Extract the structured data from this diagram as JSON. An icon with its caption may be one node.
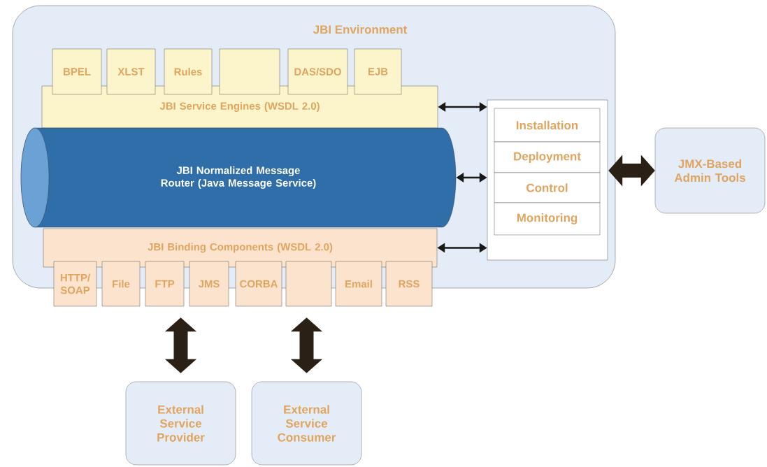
{
  "diagram": {
    "nodes": [
      {
        "text": [
          "JBI Environment"
        ]
      },
      {
        "text": [
          "BPEL"
        ],
        "in": 0
      },
      {
        "text": [
          "XLST"
        ],
        "in": 0
      },
      {
        "text": [
          "Rules"
        ],
        "in": 0
      },
      {
        "text": [],
        "shape": "box",
        "in": 0
      },
      {
        "text": [
          "DAS/SDO"
        ],
        "in": 0
      },
      {
        "text": [
          "EJB"
        ],
        "in": 0
      },
      {
        "text": [
          "JBI Service Engines (WSDL 2.0)"
        ],
        "in": 0
      },
      {
        "text": [],
        "shape": "box",
        "in": 0
      },
      {
        "text": [
          "Installation"
        ],
        "in": 8
      },
      {
        "text": [
          "Deployment"
        ],
        "in": 8
      },
      {
        "text": [
          "Control"
        ],
        "in": 8
      },
      {
        "text": [
          "Monitoring"
        ],
        "in": 8
      },
      {
        "text": [
          "JBI Normalized Message Router (Java Message Service)"
        ],
        "in": 0
      },
      {
        "text": [
          "JMX-Based Admin Tools"
        ]
      },
      {
        "text": [
          "JBI Binding Components (WSDL 2.0)"
        ],
        "in": 0
      },
      {
        "text": [
          "HTTP/ SOAP"
        ]
      },
      {
        "text": [
          "File"
        ]
      },
      {
        "text": [
          "FTP"
        ]
      },
      {
        "text": [
          "JMS"
        ]
      },
      {
        "text": [
          "CORBA"
        ]
      },
      {
        "text": [],
        "shape": "box"
      },
      {
        "text": [
          "Email"
        ]
      },
      {
        "text": [
          "RSS"
        ]
      },
      {
        "text": [
          "External Service Provider"
        ]
      },
      {
        "text": [
          "External Service Consumer"
        ]
      }
    ],
    "edges": [
      {
        "from": 7,
        "to": 8,
        "arrow": "both"
      },
      {
        "from": 13,
        "to": 8,
        "arrow": "both"
      },
      {
        "from": 15,
        "to": 8,
        "arrow": "both"
      },
      {
        "from": 8,
        "to": 14,
        "arrow": "both",
        "style": "thick"
      },
      {
        "from": 18,
        "to": 24,
        "arrow": "both",
        "style": "thick"
      },
      {
        "from": 21,
        "to": 25,
        "arrow": "both",
        "style": "thick"
      }
    ]
  }
}
